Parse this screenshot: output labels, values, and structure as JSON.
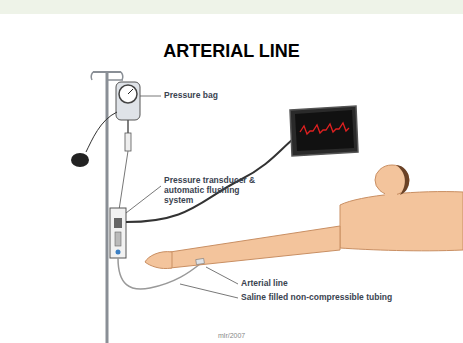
{
  "diagram": {
    "title": "ARTERIAL LINE",
    "labels": [
      "Pressure bag",
      "Pressure transducer & automatic flushing system",
      "Arterial line",
      "Saline filled non-compressible tubing",
      "mlr/2007"
    ]
  }
}
